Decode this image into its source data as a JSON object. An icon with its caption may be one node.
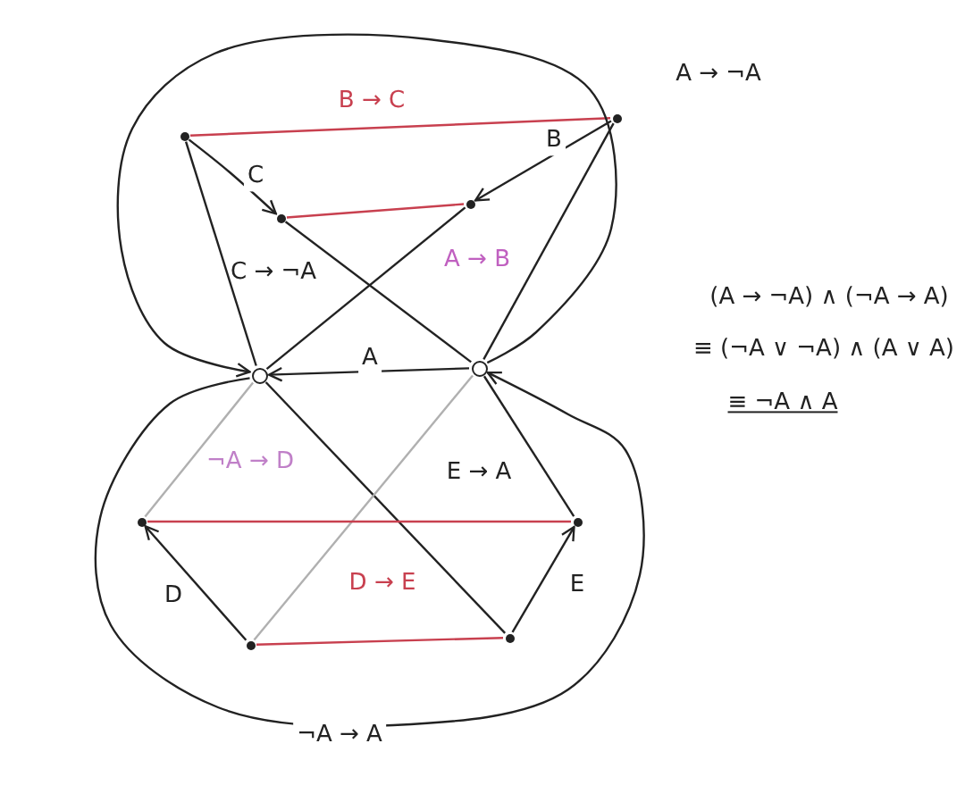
{
  "diagram": {
    "nodes": [
      {
        "text": [],
        "shape": "dot"
      },
      {
        "text": [],
        "shape": "dot"
      },
      {
        "text": [],
        "shape": "dot"
      },
      {
        "text": [],
        "shape": "dot"
      },
      {
        "text": [],
        "shape": "circle"
      },
      {
        "text": [],
        "shape": "circle"
      },
      {
        "text": [],
        "shape": "dot"
      },
      {
        "text": [],
        "shape": "dot"
      },
      {
        "text": [],
        "shape": "dot"
      },
      {
        "text": [],
        "shape": "dot"
      }
    ],
    "edges": [
      {
        "from": 0,
        "to": 1,
        "arrow": "none",
        "color": "#c8404f"
      },
      {
        "from": 0,
        "to": 2,
        "arrow": "to",
        "label": "C"
      },
      {
        "from": 1,
        "to": 3,
        "arrow": "to",
        "label": "B"
      },
      {
        "from": 2,
        "to": 3,
        "arrow": "none",
        "color": "#c8404f"
      },
      {
        "from": 0,
        "to": 4,
        "arrow": "none"
      },
      {
        "from": 2,
        "to": 5,
        "arrow": "none"
      },
      {
        "from": 3,
        "to": 4,
        "arrow": "none"
      },
      {
        "from": 1,
        "to": 5,
        "arrow": "none"
      },
      {
        "from": 5,
        "to": 4,
        "arrow": "to",
        "label": "A"
      },
      {
        "from": 5,
        "to": 4,
        "arrow": "to",
        "label": "A → ¬A"
      },
      {
        "from": 4,
        "to": 5,
        "arrow": "to",
        "label": "¬A → A"
      },
      {
        "from": 4,
        "to": 6,
        "arrow": "none",
        "color": "#b0b0b0"
      },
      {
        "from": 4,
        "to": 9,
        "arrow": "none"
      },
      {
        "from": 5,
        "to": 8,
        "arrow": "none",
        "color": "#b0b0b0"
      },
      {
        "from": 5,
        "to": 7,
        "arrow": "none"
      },
      {
        "from": 6,
        "to": 7,
        "arrow": "none",
        "color": "#c8404f"
      },
      {
        "from": 8,
        "to": 6,
        "arrow": "to",
        "label": "D"
      },
      {
        "from": 9,
        "to": 7,
        "arrow": "to",
        "label": "E"
      },
      {
        "from": 8,
        "to": 9,
        "arrow": "none",
        "color": "#c8404f"
      }
    ],
    "labels": [
      "B → C",
      "C → ¬A",
      "A → B",
      "(A → ¬A) ∧ (¬A → A)",
      "≡ (¬A ∨ ¬A) ∧ (A ∨ A)",
      "≡ ¬A ∧ A",
      "¬A → D",
      "E → A",
      "D → E"
    ]
  }
}
